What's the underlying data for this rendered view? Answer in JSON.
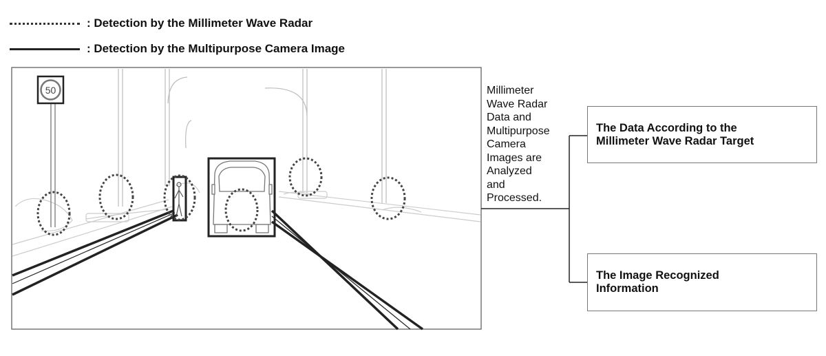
{
  "legend": {
    "radar_label": ": Detection by the Millimeter Wave Radar",
    "camera_label": ": Detection by the Multipurpose Camera Image"
  },
  "scene": {
    "speed_sign_value": "50"
  },
  "process_text": {
    "lines": [
      "Millimeter",
      "Wave Radar",
      "Data and",
      "Multipurpose",
      "Camera",
      "Images are",
      "Analyzed",
      "and",
      "Processed."
    ]
  },
  "outputs": {
    "radar_target": {
      "lines": [
        "The Data According to the",
        "Millimeter Wave Radar Target"
      ]
    },
    "image_info": {
      "lines": [
        "The Image Recognized",
        "Information"
      ]
    }
  }
}
